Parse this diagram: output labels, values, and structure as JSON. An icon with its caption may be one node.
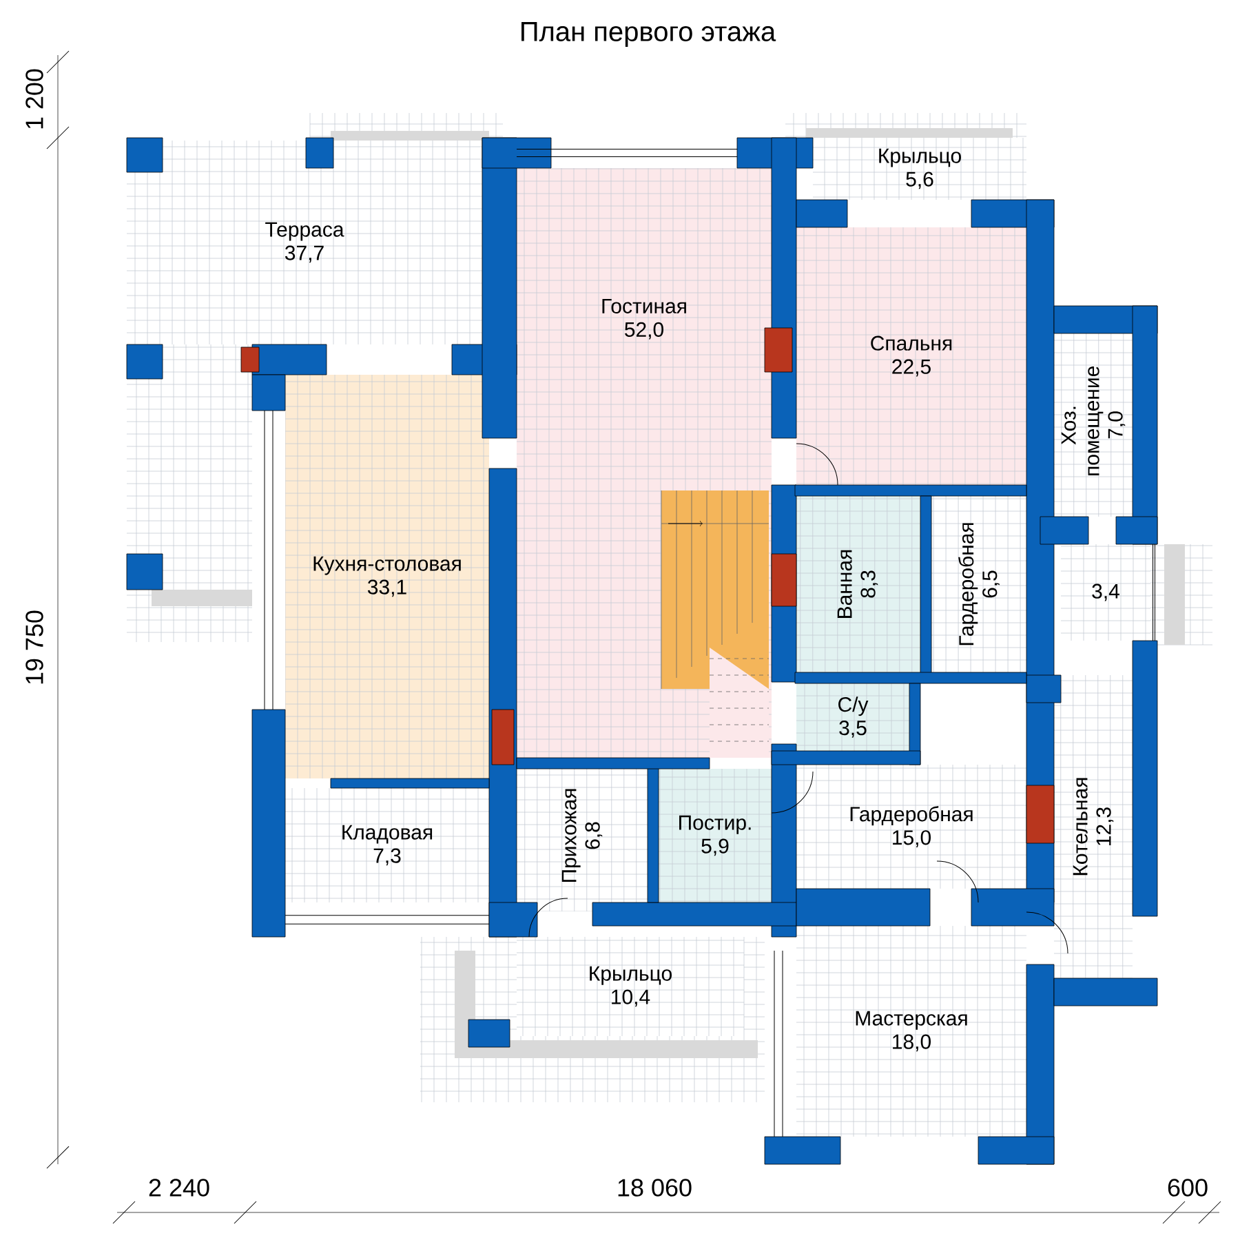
{
  "diagram": {
    "title": "План первого этажа",
    "nodes": [
      {
        "text": [
          "Терраса",
          "37,7"
        ]
      },
      {
        "text": [
          "Гостиная",
          "52,0"
        ]
      },
      {
        "text": [
          "Крыльцо",
          "5,6"
        ]
      },
      {
        "text": [
          "Спальня",
          "22,5"
        ]
      },
      {
        "text": [
          "Хоз. помещение",
          "7,0"
        ]
      },
      {
        "text": [
          "Кухня-столовая",
          "33,1"
        ]
      },
      {
        "text": [
          "Ванная",
          "8,3"
        ]
      },
      {
        "text": [
          "Гардеробная",
          "6,5"
        ]
      },
      {
        "text": [
          "3,4"
        ]
      },
      {
        "text": [
          "С/у",
          "3,5"
        ]
      },
      {
        "text": [
          "Кладовая",
          "7,3"
        ]
      },
      {
        "text": [
          "Прихожая",
          "6,8"
        ]
      },
      {
        "text": [
          "Постир.",
          "5,9"
        ]
      },
      {
        "text": [
          "Гардеробная",
          "15,0"
        ]
      },
      {
        "text": [
          "Котельная",
          "12,3"
        ]
      },
      {
        "text": [
          "Крыльцо",
          "10,4"
        ]
      },
      {
        "text": [
          "Мастерская",
          "18,0"
        ]
      }
    ],
    "labels": [
      "1 200",
      "19 750",
      "2 240",
      "18 060",
      "600"
    ]
  }
}
